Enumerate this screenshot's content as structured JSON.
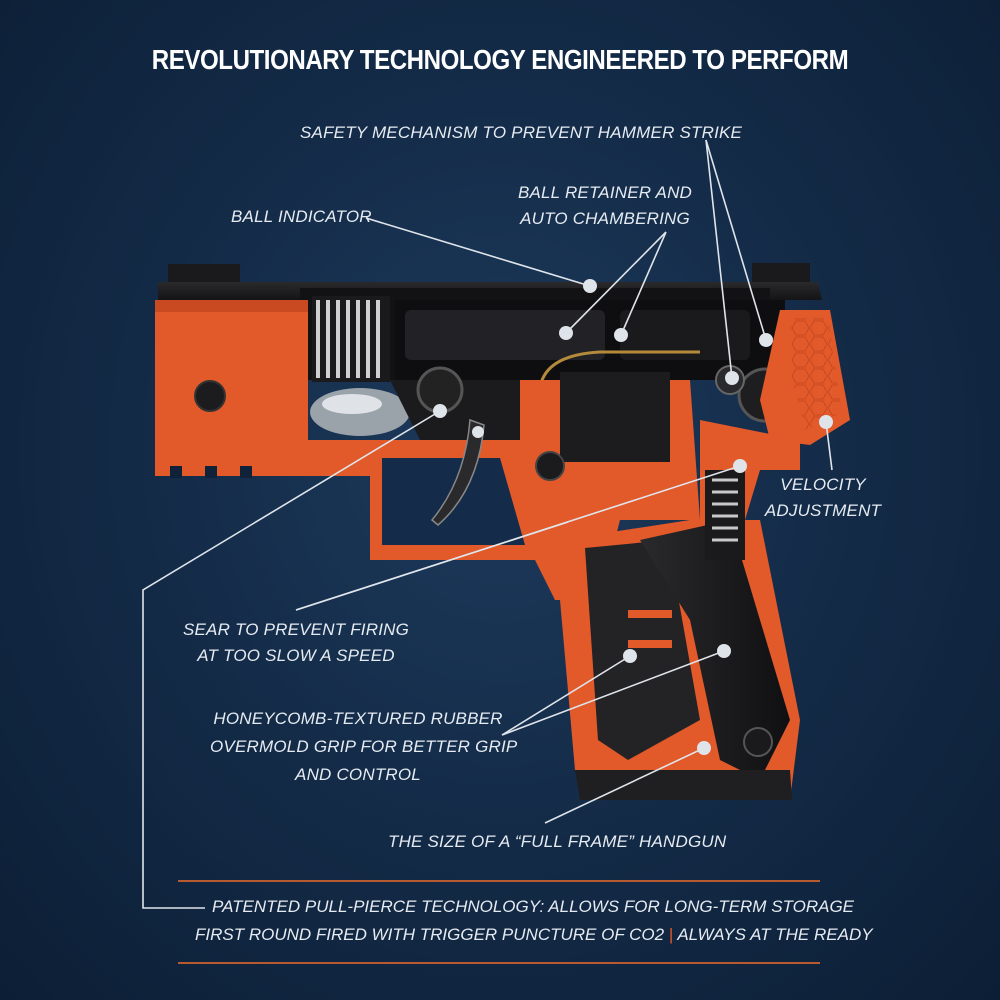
{
  "title": "REVOLUTIONARY TECHNOLOGY ENGINEERED TO PERFORM",
  "callouts": {
    "safety": "SAFETY MECHANISM TO PREVENT HAMMER STRIKE",
    "retainer_line1": "BALL RETAINER AND",
    "retainer_line2": "AUTO CHAMBERING",
    "indicator": "BALL INDICATOR",
    "velocity_line1": "VELOCITY",
    "velocity_line2": "ADJUSTMENT",
    "sear_line1": "SEAR TO PREVENT FIRING",
    "sear_line2": "AT TOO SLOW A SPEED",
    "grip_line1": "HONEYCOMB-TEXTURED RUBBER",
    "grip_line2": "OVERMOLD GRIP FOR BETTER GRIP",
    "grip_line3": "AND CONTROL",
    "size": "THE SIZE OF A “FULL FRAME” HANDGUN"
  },
  "footer": {
    "line1": "PATENTED PULL-PIERCE TECHNOLOGY: ALLOWS FOR LONG-TERM STORAGE",
    "line2a": "FIRST ROUND FIRED WITH TRIGGER PUNCTURE OF CO2",
    "separator": "|",
    "line2b": "ALWAYS AT THE READY"
  },
  "colors": {
    "background": "#142c49",
    "frame_orange": "#e2592a",
    "slide_black": "#1c1c1e",
    "callout_line": "#dfe4ea",
    "rule": "#b85a30"
  }
}
